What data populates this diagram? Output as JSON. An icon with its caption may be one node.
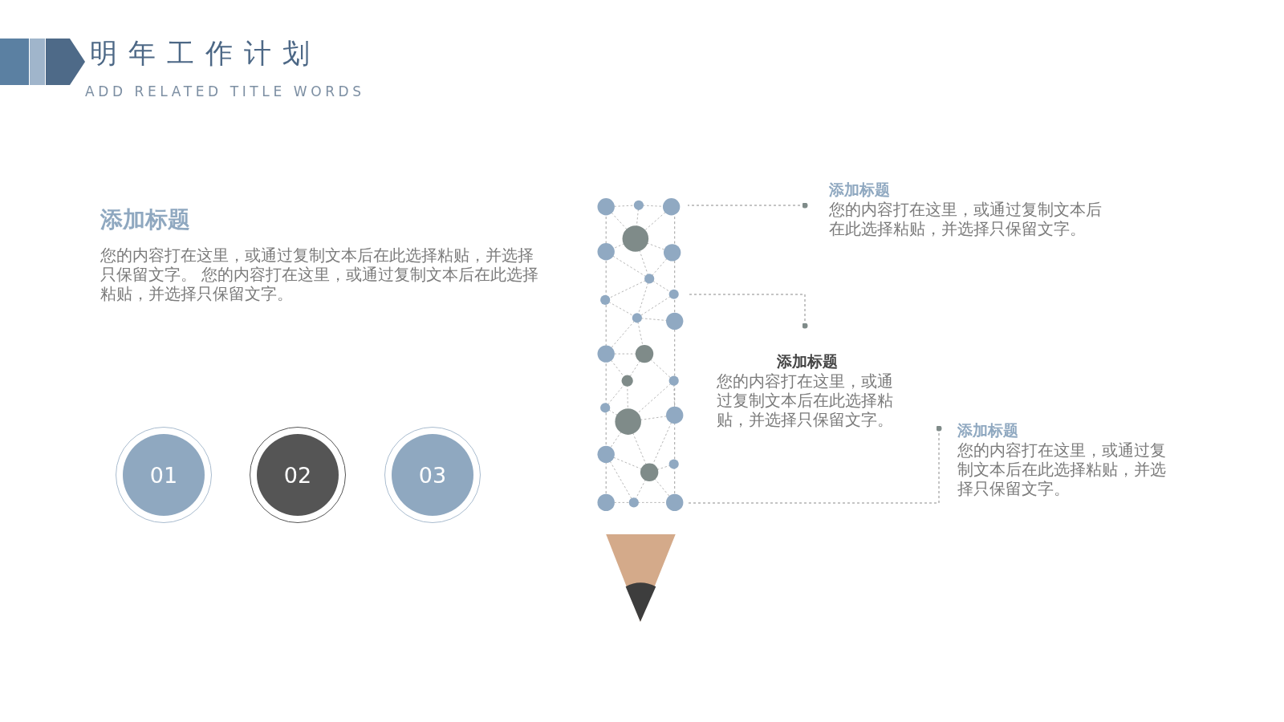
{
  "diagram": {
    "title": "明年工作计划",
    "caption": "ADD RELATED TITLE WORDS",
    "nodes": [
      {
        "text": [
          "添加标题",
          "您的内容打在这里，或通过复制文本后在此选择粘贴，并选择只保留文字。 您的内容打在这里，或通过复制文本后在此选择粘贴，并选择只保留文字。"
        ]
      },
      {
        "text": [
          "01"
        ]
      },
      {
        "text": [
          "02"
        ]
      },
      {
        "text": [
          "03"
        ]
      },
      {
        "text": [],
        "shape": "picture"
      },
      {
        "text": [
          "添加标题",
          "您的内容打在这里，或通过复制文本后在此选择粘贴，并选择只保留文字。"
        ]
      },
      {
        "text": [
          "添加标题",
          "您的内容打在这里，或通过复制文本后在此选择粘贴，并选择只保留文字。"
        ]
      },
      {
        "text": [
          "添加标题",
          "您的内容打在这里，或通过复制文本后在此选择粘贴，并选择只保留文字。"
        ]
      }
    ],
    "edges": [
      {
        "from": 5,
        "to": 4,
        "arrow": "other",
        "style": "dashed"
      },
      {
        "from": 6,
        "to": 4,
        "arrow": "other",
        "style": "dashed"
      },
      {
        "from": 7,
        "to": 4,
        "arrow": "other",
        "style": "dashed"
      }
    ]
  }
}
